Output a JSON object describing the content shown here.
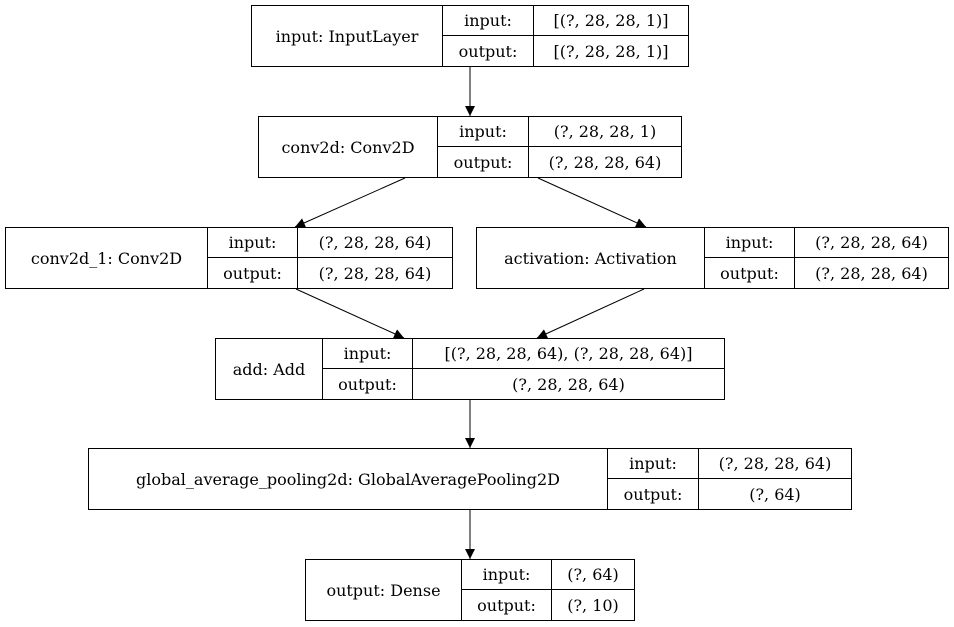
{
  "nodes": [
    {
      "name": "input: InputLayer",
      "input_label": "input:",
      "output_label": "output:",
      "input": "[(?, 28, 28, 1)]",
      "output": "[(?, 28, 28, 1)]"
    },
    {
      "name": "conv2d: Conv2D",
      "input_label": "input:",
      "output_label": "output:",
      "input": "(?, 28, 28, 1)",
      "output": "(?, 28, 28, 64)"
    },
    {
      "name": "conv2d_1: Conv2D",
      "input_label": "input:",
      "output_label": "output:",
      "input": "(?, 28, 28, 64)",
      "output": "(?, 28, 28, 64)"
    },
    {
      "name": "activation: Activation",
      "input_label": "input:",
      "output_label": "output:",
      "input": "(?, 28, 28, 64)",
      "output": "(?, 28, 28, 64)"
    },
    {
      "name": "add: Add",
      "input_label": "input:",
      "output_label": "output:",
      "input": "[(?, 28, 28, 64), (?, 28, 28, 64)]",
      "output": "(?, 28, 28, 64)"
    },
    {
      "name": "global_average_pooling2d: GlobalAveragePooling2D",
      "input_label": "input:",
      "output_label": "output:",
      "input": "(?, 28, 28, 64)",
      "output": "(?, 64)"
    },
    {
      "name": "output: Dense",
      "input_label": "input:",
      "output_label": "output:",
      "input": "(?, 64)",
      "output": "(?, 10)"
    }
  ],
  "edges": [
    {
      "from": "input: InputLayer",
      "to": "conv2d: Conv2D"
    },
    {
      "from": "conv2d: Conv2D",
      "to": "conv2d_1: Conv2D"
    },
    {
      "from": "conv2d: Conv2D",
      "to": "activation: Activation"
    },
    {
      "from": "conv2d_1: Conv2D",
      "to": "add: Add"
    },
    {
      "from": "activation: Activation",
      "to": "add: Add"
    },
    {
      "from": "add: Add",
      "to": "global_average_pooling2d: GlobalAveragePooling2D"
    },
    {
      "from": "global_average_pooling2d: GlobalAveragePooling2D",
      "to": "output: Dense"
    }
  ]
}
